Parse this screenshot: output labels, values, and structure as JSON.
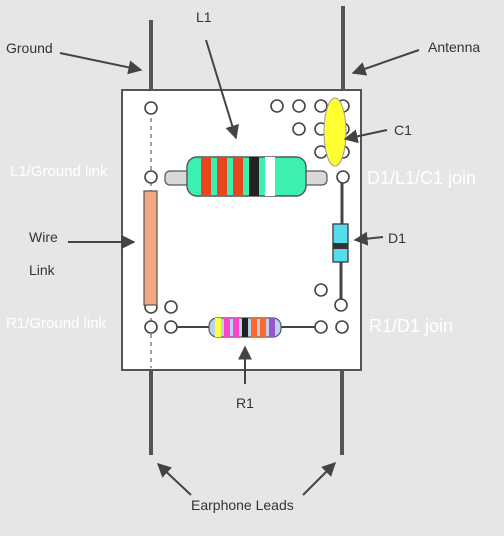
{
  "labels": {
    "ground": "Ground",
    "antenna": "Antenna",
    "l1": "L1",
    "c1": "C1",
    "d1": "D1",
    "r1": "R1",
    "l1_ground_link": "L1/Ground link",
    "d1_l1_c1_join": "D1/L1/C1 join",
    "wire": "Wire",
    "link": "Link",
    "r1_ground_link": "R1/Ground  link",
    "r1_d1_join": "R1/D1 join",
    "earphone_leads": "Earphone Leads"
  },
  "colors": {
    "background": "#e6e6e6",
    "board": "#ffffff",
    "wire": "#555555",
    "wire_link": "#f4a582",
    "inductor_body": "#3df0b0",
    "capacitor": "#ffff33",
    "diode_body": "#55ddee",
    "resistor_body": "#b9d3ee"
  },
  "inductor_bands": [
    "#e8451d",
    "#e8451d",
    "#e8451d",
    "#222222",
    "#ffffff"
  ],
  "resistor_bands": [
    "#ffff33",
    "#ff44cc",
    "#ff44cc",
    "#222222",
    "#ff6a2a",
    "#ff6a2a",
    "#9955cc"
  ]
}
